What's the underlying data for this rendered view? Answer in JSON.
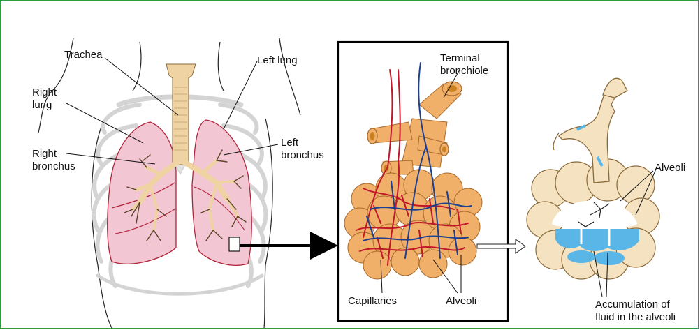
{
  "labels": {
    "trachea": "Trachea",
    "left_lung": "Left lung",
    "right_lung": "Right\nlung",
    "right_bronchus": "Right\nbronchus",
    "left_bronchus": "Left\nbronchus",
    "terminal_bronchiole": "Terminal\nbronchiole",
    "capillaries": "Capillaries",
    "alveoli_center": "Alveoli",
    "alveoli_right": "Alveoli",
    "fluid": "Accumulation of\nfluid in the alveoli"
  },
  "colors": {
    "frame": "#2e9b3e",
    "lung_fill": "#f2c6d2",
    "lung_edge": "#b0233a",
    "airway": "#efd3a3",
    "bronchiole": "#f0b06a",
    "artery": "#c0182a",
    "vein": "#1f3f8f",
    "alveolus": "#f5e2c0",
    "fluid": "#59b6e6",
    "rib": "#d7d7d7"
  }
}
